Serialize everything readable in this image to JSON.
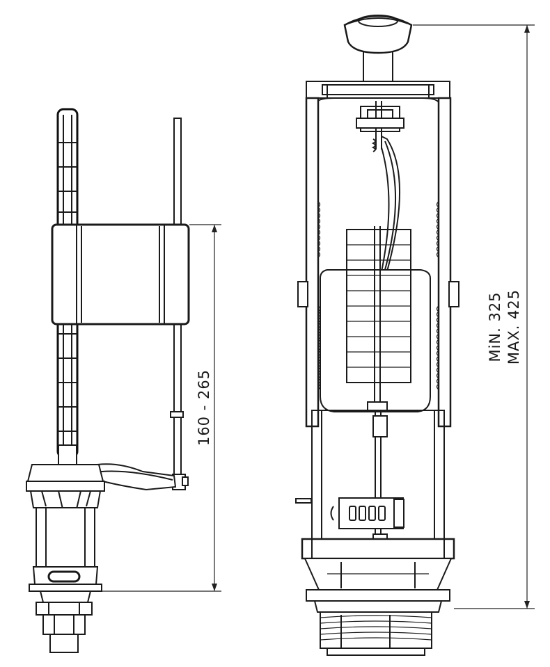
{
  "fill_valve": {
    "dimension_label": "160 - 265"
  },
  "flush_valve": {
    "dimension_label_min": "MiN. 325",
    "dimension_label_max": "MAX. 425"
  },
  "colors": {
    "line": "#1a1a1a",
    "background": "#ffffff"
  }
}
